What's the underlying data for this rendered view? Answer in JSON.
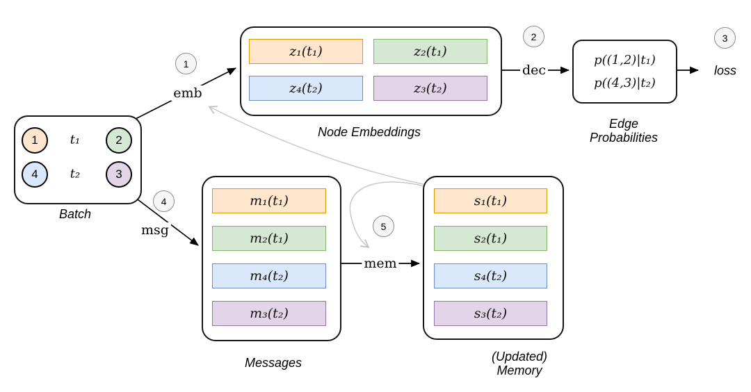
{
  "colors": {
    "orange": {
      "fill": "#FFE6CC",
      "stroke": "#D79B00"
    },
    "green": {
      "fill": "#D5E8D4",
      "stroke": "#82B366"
    },
    "blue": {
      "fill": "#DAE8FC",
      "stroke": "#6C8EBF"
    },
    "purple": {
      "fill": "#E1D5E7",
      "stroke": "#9673A6"
    },
    "step_badge": {
      "fill": "#F5F5F5",
      "stroke": "#8C8C8C"
    },
    "box_stroke": "#141414",
    "arrow_black": "#000000",
    "arrow_gray": "#C9C9C9"
  },
  "batch": {
    "caption": "Batch",
    "nodes": [
      {
        "id": "1",
        "color": "orange"
      },
      {
        "id": "2",
        "color": "green"
      },
      {
        "id": "4",
        "color": "blue"
      },
      {
        "id": "3",
        "color": "purple"
      }
    ],
    "edges": [
      {
        "label": "t₁",
        "from": "1",
        "to": "2"
      },
      {
        "label": "t₂",
        "from": "4",
        "to": "3"
      }
    ]
  },
  "node_embeddings": {
    "caption": "Node Embeddings",
    "cells": [
      {
        "text": "z₁(t₁)",
        "color": "orange"
      },
      {
        "text": "z₂(t₁)",
        "color": "green"
      },
      {
        "text": "z₄(t₂)",
        "color": "blue"
      },
      {
        "text": "z₃(t₂)",
        "color": "purple"
      }
    ]
  },
  "edge_probabilities": {
    "caption_line1": "Edge",
    "caption_line2": "Probabilities",
    "rows": [
      {
        "text": "p((1,2)|t₁)"
      },
      {
        "text": "p((4,3)|t₂)"
      }
    ]
  },
  "messages": {
    "caption": "Messages",
    "cells": [
      {
        "text": "m₁(t₁)",
        "color": "orange"
      },
      {
        "text": "m₂(t₁)",
        "color": "green"
      },
      {
        "text": "m₄(t₂)",
        "color": "blue"
      },
      {
        "text": "m₃(t₂)",
        "color": "purple"
      }
    ]
  },
  "memory": {
    "caption_line1": "(Updated)",
    "caption_line2": "Memory",
    "cells": [
      {
        "text": "s₁(t₁)",
        "color": "orange"
      },
      {
        "text": "s₂(t₁)",
        "color": "green"
      },
      {
        "text": "s₄(t₂)",
        "color": "blue"
      },
      {
        "text": "s₃(t₂)",
        "color": "purple"
      }
    ]
  },
  "steps": [
    {
      "n": "1"
    },
    {
      "n": "2"
    },
    {
      "n": "3"
    },
    {
      "n": "4"
    },
    {
      "n": "5"
    }
  ],
  "arrow_labels": {
    "emb": "emb",
    "dec": "dec",
    "msg": "msg",
    "mem": "mem",
    "loss": "loss"
  }
}
